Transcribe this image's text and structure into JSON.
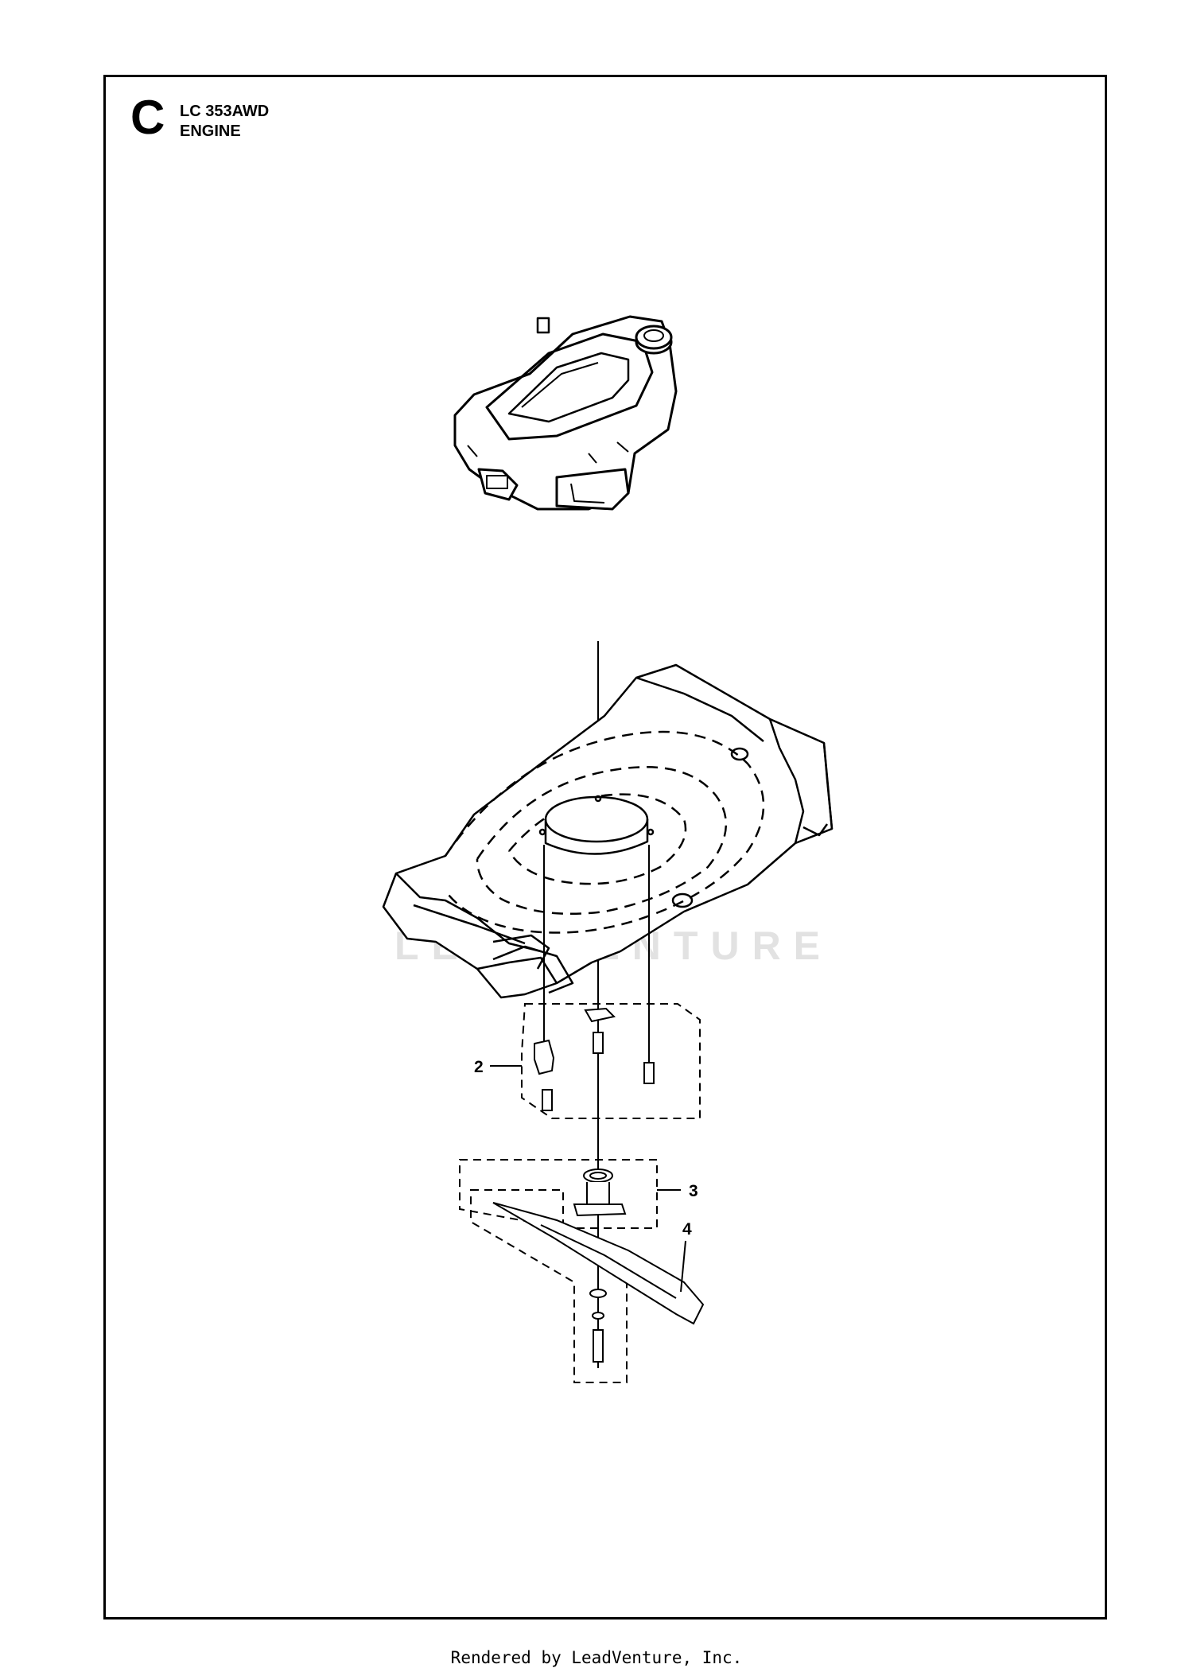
{
  "header": {
    "section_letter": "C",
    "model": "LC 353AWD",
    "section_name": "ENGINE"
  },
  "callouts": [
    "2",
    "3",
    "4"
  ],
  "watermark": "LEADVENTURE",
  "footer": "Rendered by LeadVenture, Inc."
}
